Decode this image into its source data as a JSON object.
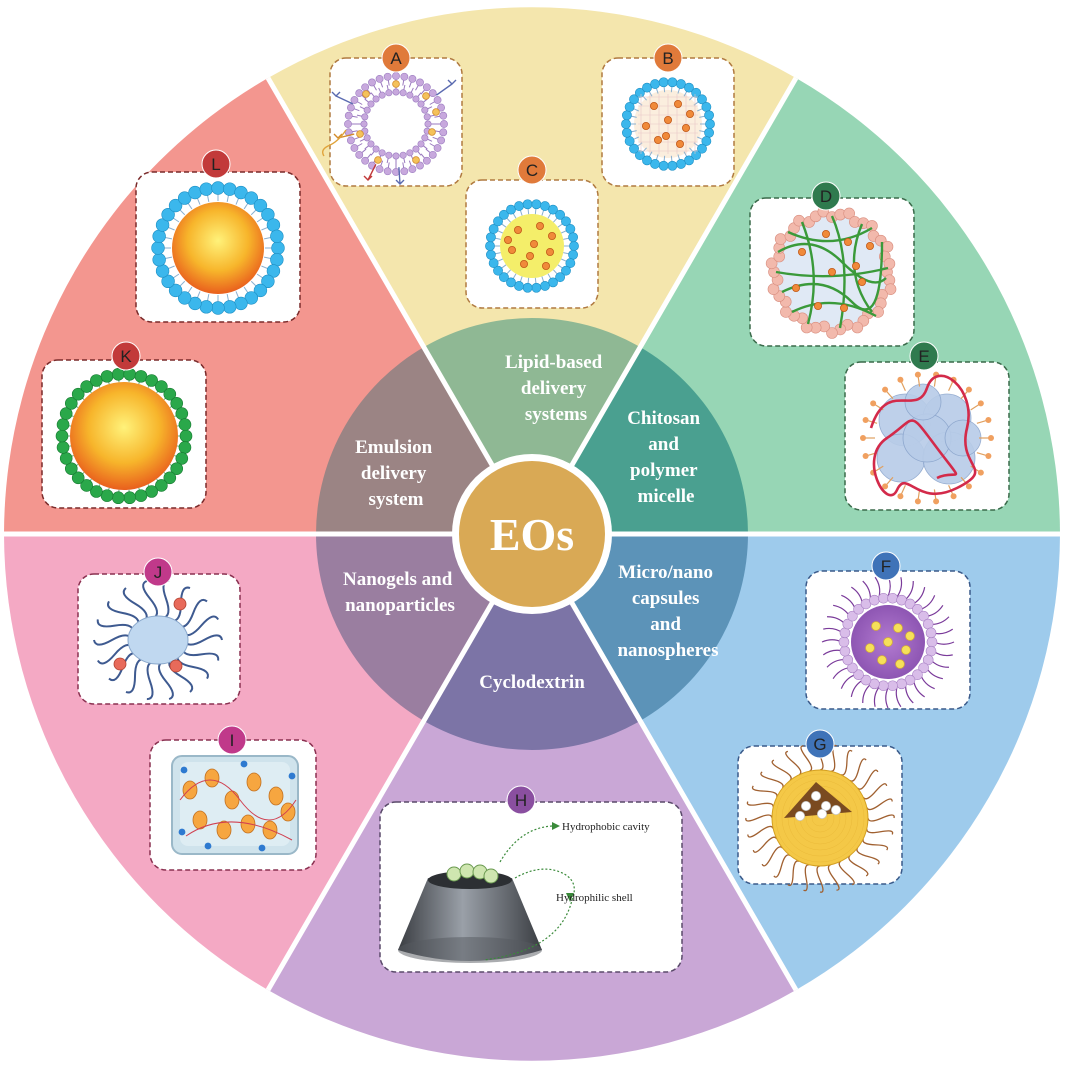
{
  "center": {
    "label": "EOs",
    "color": "#d9a955"
  },
  "segments": [
    {
      "id": "lipid",
      "lines": [
        "Lipid-based",
        "delivery",
        "systems"
      ],
      "outer_color": "#f4e6ad",
      "inner_color": "#8fb894"
    },
    {
      "id": "chitosan",
      "lines": [
        "Chitosan",
        "and",
        "polymer",
        "micelle"
      ],
      "outer_color": "#97d6b5",
      "inner_color": "#4aa090"
    },
    {
      "id": "micro",
      "lines": [
        "Micro/nano",
        "capsules",
        "and",
        "nanospheres"
      ],
      "outer_color": "#9ecbec",
      "inner_color": "#5c93b8"
    },
    {
      "id": "cyclo",
      "lines": [
        "Cyclodextrin"
      ],
      "outer_color": "#c9a7d6",
      "inner_color": "#7c74a6"
    },
    {
      "id": "nanogel",
      "lines": [
        "Nanogels and",
        "nanoparticles"
      ],
      "outer_color": "#f4a9c4",
      "inner_color": "#9a7ea0"
    },
    {
      "id": "emulsion",
      "lines": [
        "Emulsion",
        "delivery",
        "system"
      ],
      "outer_color": "#f3968f",
      "inner_color": "#9b8484"
    }
  ],
  "badges": [
    {
      "id": "A",
      "color": "#e07a3a"
    },
    {
      "id": "B",
      "color": "#e07a3a"
    },
    {
      "id": "C",
      "color": "#e07a3a"
    },
    {
      "id": "D",
      "color": "#2f7a4e"
    },
    {
      "id": "E",
      "color": "#2f7a4e"
    },
    {
      "id": "F",
      "color": "#3f73b8"
    },
    {
      "id": "G",
      "color": "#3f73b8"
    },
    {
      "id": "H",
      "color": "#8a4fa0"
    },
    {
      "id": "I",
      "color": "#c0398a"
    },
    {
      "id": "J",
      "color": "#c0398a"
    },
    {
      "id": "K",
      "color": "#c23a3a"
    },
    {
      "id": "L",
      "color": "#c23a3a"
    }
  ],
  "annotations": {
    "cavity": "Hydrophobic cavity",
    "shell": "Hydrophilic shell"
  }
}
